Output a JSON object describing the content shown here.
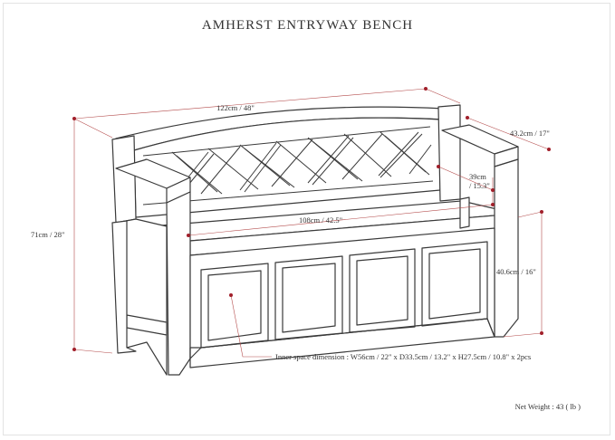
{
  "title": "AMHERST ENTRYWAY BENCH",
  "dimensions": {
    "width": "122cm / 48\"",
    "depth": "43.2cm / 17\"",
    "back_height": "39cm\n/ 15.3\"",
    "seat_width": "108cm / 42.5\"",
    "height": "71cm / 28\"",
    "seat_height": "40.6cm / 16\""
  },
  "inner_space": "Inner space dimension : W56cm / 22\" x D33.5cm / 13.2\" x H27.5cm / 10.8\" x 2pcs",
  "net_weight": "Net Weight : 43 ( lb )",
  "colors": {
    "line": "#3a3a3a",
    "dimension": "#b34a4a",
    "dot": "#a11f2a",
    "text": "#333333"
  }
}
